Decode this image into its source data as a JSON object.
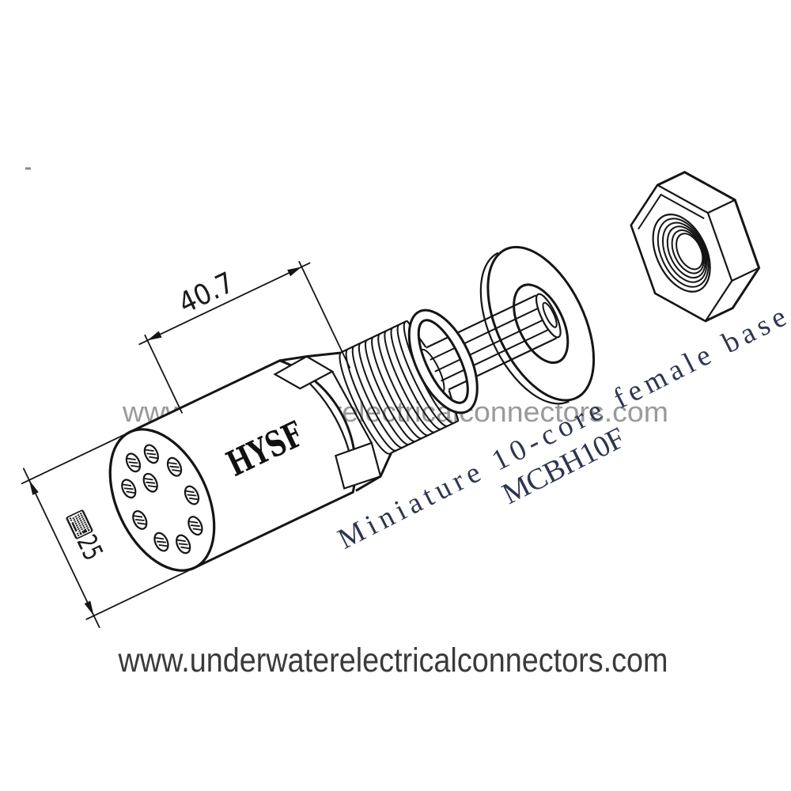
{
  "watermark": {
    "text": "www.underwaterelectricalconnectors.com",
    "color": "#9a9a9a"
  },
  "footer": {
    "text": "www.underwaterelectricalconnectors.com",
    "color": "#3a3a3a"
  },
  "drawing": {
    "line_color": "#151515",
    "brand_label": "HYSF",
    "pin_hole_count": 10,
    "dimensions": {
      "length": "40.7",
      "diameter": "⌨25"
    },
    "annotation": {
      "color": "#2e3550",
      "line1": "Miniature 10-core female base",
      "line2": "MCBH10F"
    },
    "parts": [
      "female-face-10-holes",
      "connector-body",
      "hex-flange",
      "external-thread",
      "contact-shaft",
      "o-ring",
      "mounting-flange-washer",
      "hex-nut"
    ]
  }
}
